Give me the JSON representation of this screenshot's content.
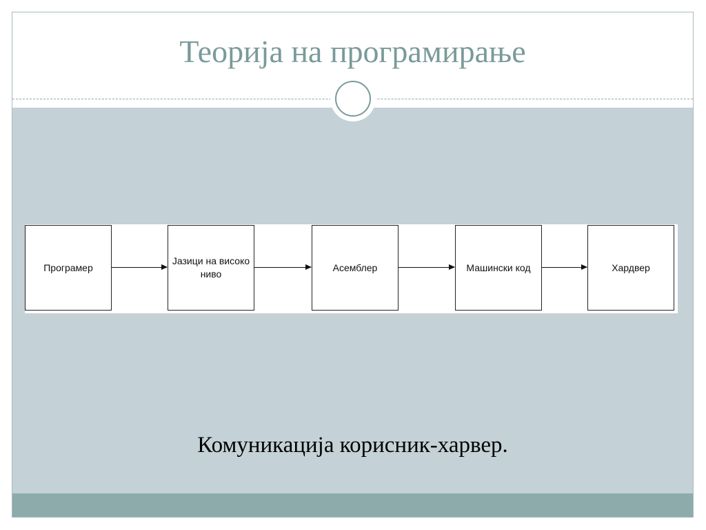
{
  "slide": {
    "title": "Теорија на програмирање",
    "caption": "Комуникација корисник-харвер."
  },
  "diagram": {
    "nodes": [
      {
        "id": "programmer",
        "label": "Програмер"
      },
      {
        "id": "high-level-languages",
        "label": "Јазици на високо ниво"
      },
      {
        "id": "assembler",
        "label": "Асемблер"
      },
      {
        "id": "machine-code",
        "label": "Машински код"
      },
      {
        "id": "hardware",
        "label": "Хардвер"
      }
    ],
    "edges": [
      {
        "from": "programmer",
        "to": "high-level-languages"
      },
      {
        "from": "high-level-languages",
        "to": "assembler"
      },
      {
        "from": "assembler",
        "to": "machine-code"
      },
      {
        "from": "machine-code",
        "to": "hardware"
      }
    ]
  },
  "colors": {
    "title": "#7a9a9a",
    "content_background": "#c4d1d7",
    "footer_band": "#8dabab",
    "frame_border": "#a9bcbc"
  }
}
